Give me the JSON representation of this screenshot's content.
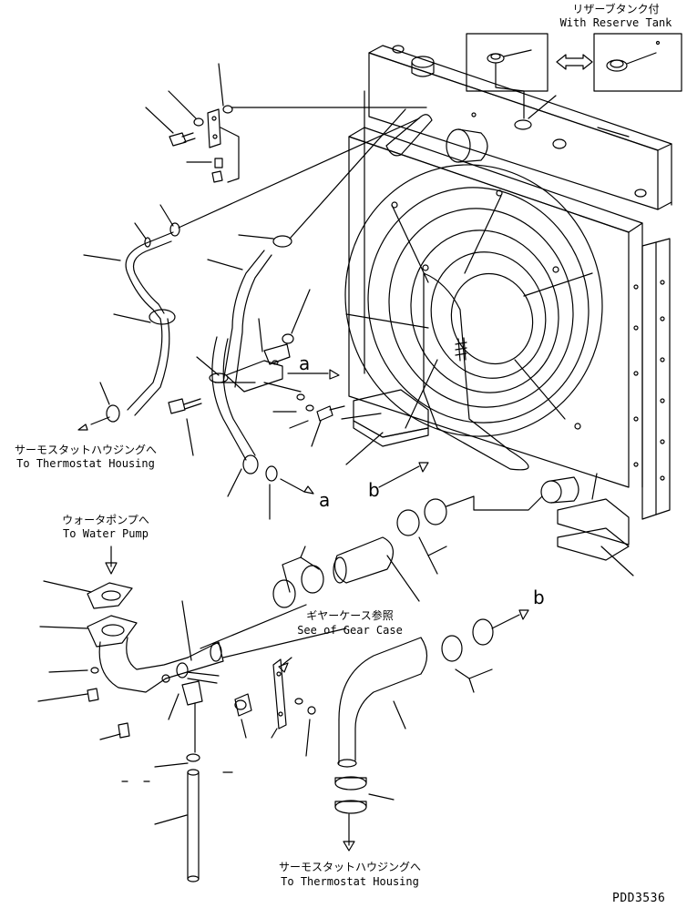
{
  "labels": {
    "reserve_tank_jp": "リザーブタンク付",
    "reserve_tank_en": "With Reserve Tank",
    "thermostat_upper_jp": "サーモスタットハウジングへ",
    "thermostat_upper_en": "To Thermostat Housing",
    "water_pump_jp": "ウォータポンプへ",
    "water_pump_en": "To Water Pump",
    "gear_case_jp": "ギヤーケース参照",
    "gear_case_en": "See of Gear Case",
    "thermostat_lower_jp": "サーモスタットハウジングへ",
    "thermostat_lower_en": "To Thermostat Housing",
    "ref_a1": "a",
    "ref_a2": "a",
    "ref_b1": "b",
    "ref_b2": "b",
    "drawing_code": "PDD3536"
  }
}
